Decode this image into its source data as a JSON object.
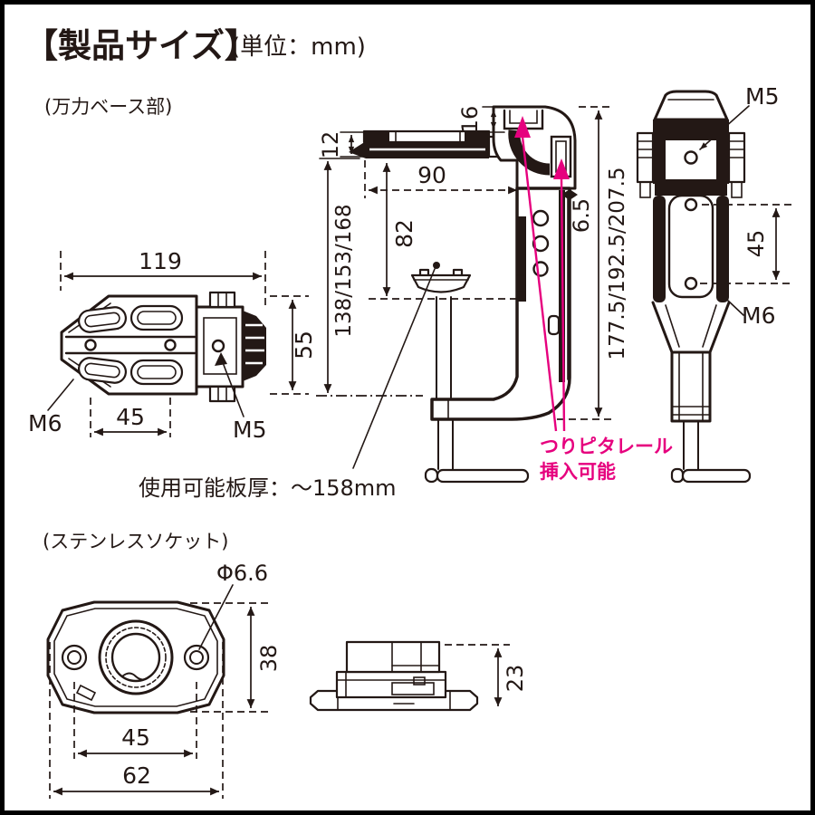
{
  "title": {
    "main": "【製品サイズ】",
    "unit": "(単位：mm)"
  },
  "sections": {
    "vise": "(万力ベース部)",
    "socket": "(ステンレスソケット)"
  },
  "notes": {
    "plate_thickness": "使用可能板厚：～158mm",
    "rail_line1": "つりピタレール",
    "rail_line2": "挿入可能"
  },
  "vise": {
    "top_view": {
      "width": "119",
      "height": "55",
      "hole_pitch": "45",
      "left_thread": "M6",
      "right_thread": "M5"
    },
    "side_view": {
      "rail_height": "12",
      "slot_height": "16",
      "arm_reach": "90",
      "max_opening": "82",
      "slot_gap": "6.5",
      "base_heights": "138/153/168",
      "total_heights": "177.5/192.5/207.5"
    },
    "front_view": {
      "top_thread": "M5",
      "hole_pitch": "45",
      "bottom_thread": "M6"
    }
  },
  "socket": {
    "top_view": {
      "hole_dia": "Φ6.6",
      "depth": "38",
      "hole_pitch": "45",
      "width": "62"
    },
    "side_view": {
      "height": "23"
    }
  },
  "colors": {
    "line": "#231815",
    "accent": "#e6007e",
    "background": "#ffffff",
    "border": "#000000"
  }
}
